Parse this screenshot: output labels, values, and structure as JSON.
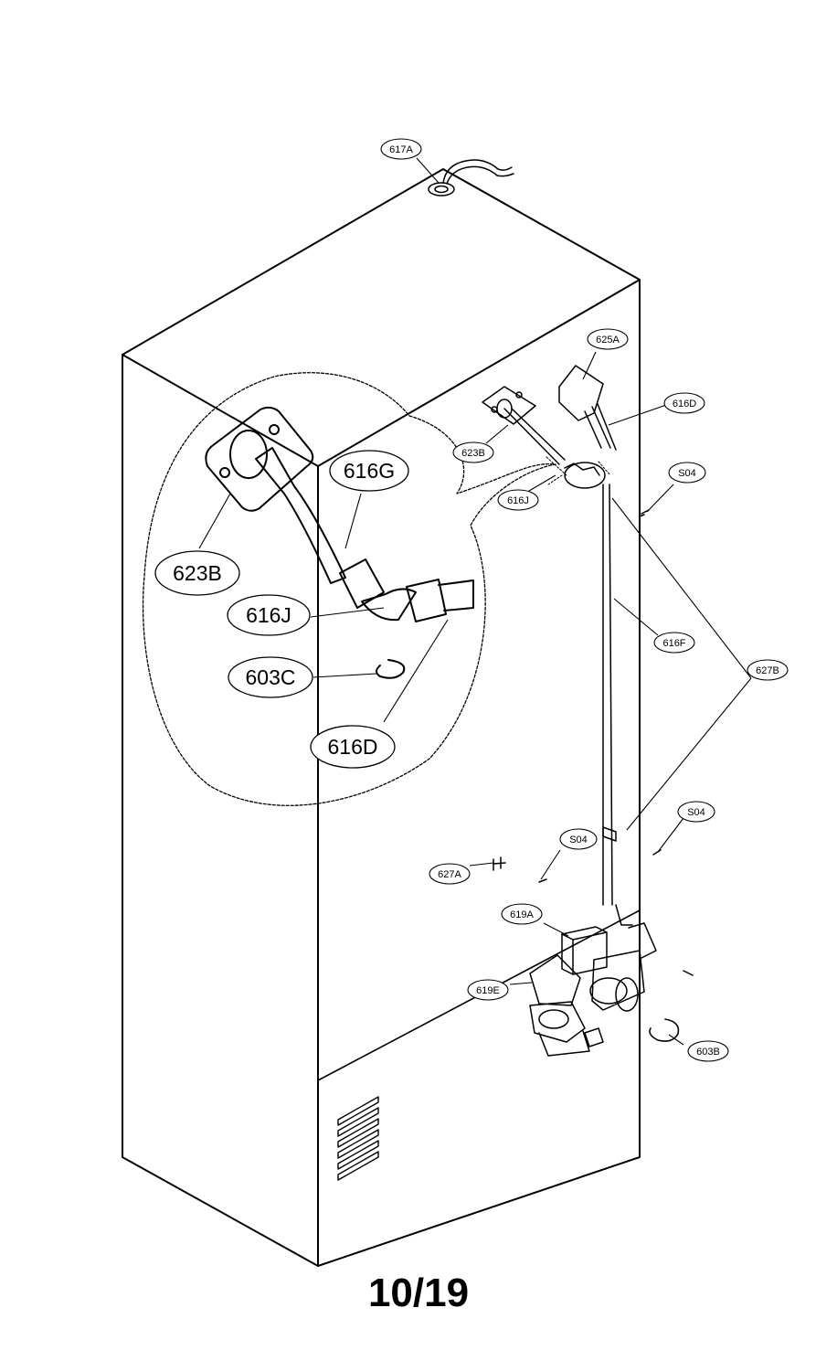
{
  "page": {
    "number": "10/19"
  },
  "callouts": {
    "c617A": "617A",
    "c625A": "625A",
    "c616D": "616D",
    "c623B": "623B",
    "c616J": "616J",
    "cS04a": "S04",
    "c616F": "616F",
    "c627B": "627B",
    "cS04b": "S04",
    "cS04c": "S04",
    "c627A": "627A",
    "c619A": "619A",
    "c619E": "619E",
    "c603B": "603B"
  },
  "detail": {
    "d616G": "616G",
    "d623B": "623B",
    "d616J": "616J",
    "d603C": "603C",
    "d616D": "616D"
  }
}
